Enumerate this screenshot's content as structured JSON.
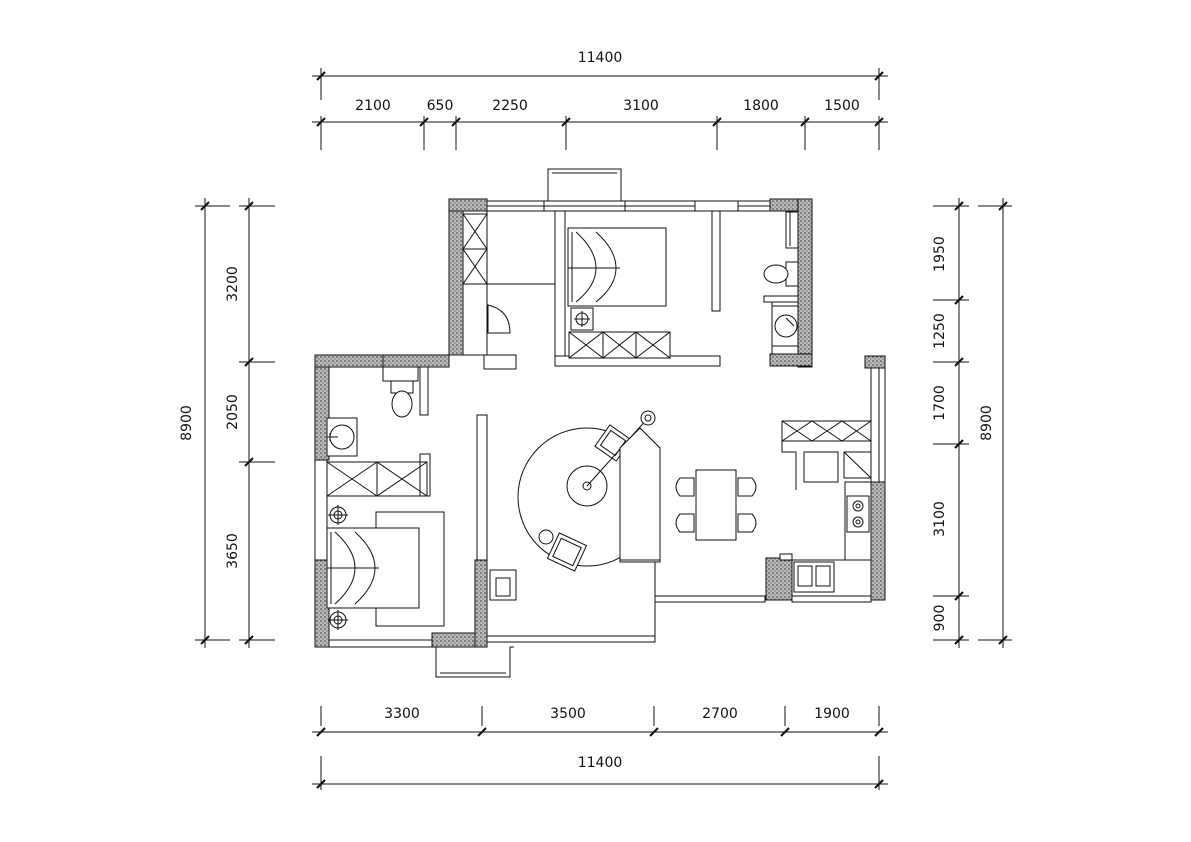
{
  "dimensions": {
    "top_total": "11400",
    "top_segments": [
      "2100",
      "650",
      "2250",
      "3100",
      "1800",
      "1500"
    ],
    "bottom_segments": [
      "3300",
      "3500",
      "2700",
      "1900"
    ],
    "bottom_total": "11400",
    "left_total": "8900",
    "left_segments": [
      "3200",
      "2050",
      "3650"
    ],
    "right_segments": [
      "1950",
      "1250",
      "1700",
      "3100",
      "900"
    ],
    "right_total": "8900"
  }
}
